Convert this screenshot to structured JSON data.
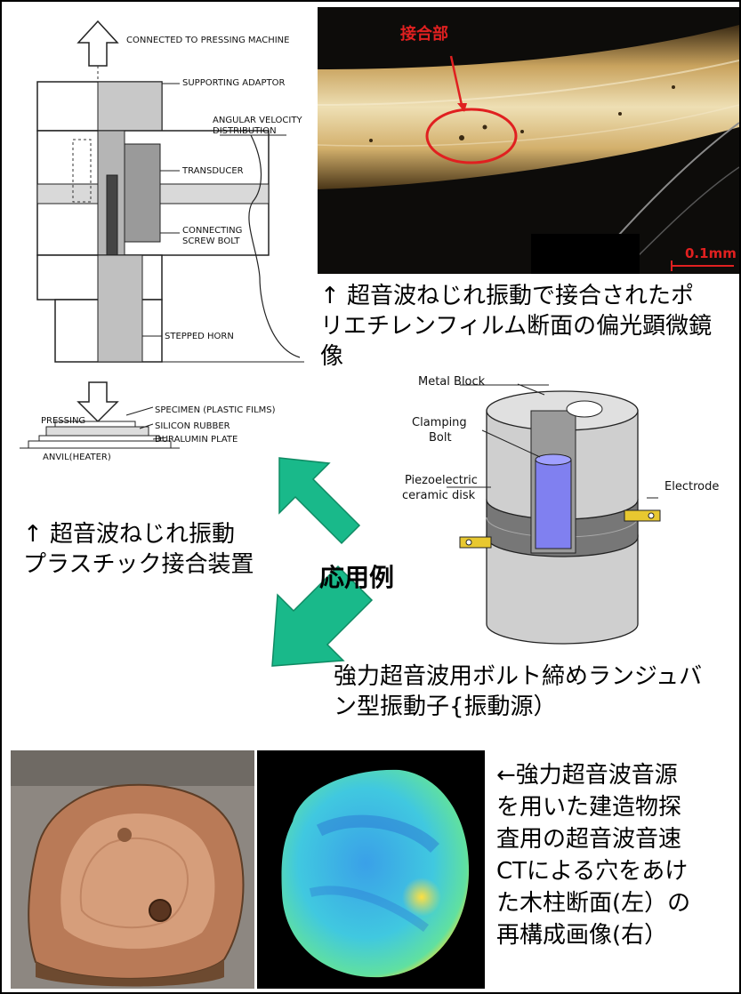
{
  "apparatus_diagram": {
    "labels": {
      "top": "CONNECTED TO PRESSING MACHINE",
      "adaptor": "SUPPORTING ADAPTOR",
      "angular1": "ANGULAR VELOCITY",
      "angular2": "DISTRIBUTION",
      "transducer": "TRANSDUCER",
      "bolt1": "CONNECTING",
      "bolt2": "SCREW BOLT",
      "horn": "STEPPED HORN",
      "pressing": "PRESSING",
      "specimen": "SPECIMEN (PLASTIC FILMS)",
      "rubber": "SILICON RUBBER",
      "plate": "DURALUMIN PLATE",
      "anvil": "ANVIL(HEATER)"
    }
  },
  "micrograph": {
    "joint_label": "接合部",
    "scale_bar": "0.1mm",
    "joint_color": "#e02020"
  },
  "captions": {
    "micrograph_line1": "↑  超音波ねじれ振動で接合されたポ",
    "micrograph_line2": "リエチレンフィルム断面の偏光顕微鏡",
    "micrograph_line3": "像",
    "apparatus_line1": "↑  超音波ねじれ振動",
    "apparatus_line2": "プラスチック接合装置",
    "center": "応用例",
    "transducer_line1": "強力超音波用ボルト締めランジュバ",
    "transducer_line2": "ン型振動子{振動源）",
    "ct_line1": "←強力超音波音源",
    "ct_line2": "を用いた建造物探",
    "ct_line3": "査用の超音波音速",
    "ct_line4": "CTによる穴をあけ",
    "ct_line5": "た木柱断面(左）の",
    "ct_line6": "再構成画像(右）"
  },
  "transducer_diagram": {
    "metal_block": "Metal Block",
    "clamping1": "Clamping",
    "clamping2": "Bolt",
    "piezo1": "Piezoelectric",
    "piezo2": "ceramic disk",
    "electrode": "Electrode"
  },
  "colors": {
    "arrow_green": "#19b98a",
    "bolt_blue": "#8080f0",
    "electrode_yellow": "#e8c830"
  },
  "icons": {
    "up_arrow": "hollow-up-arrow-icon",
    "down_arrow": "hollow-down-arrow-icon",
    "green_arrows": "green-arrow-icon"
  }
}
